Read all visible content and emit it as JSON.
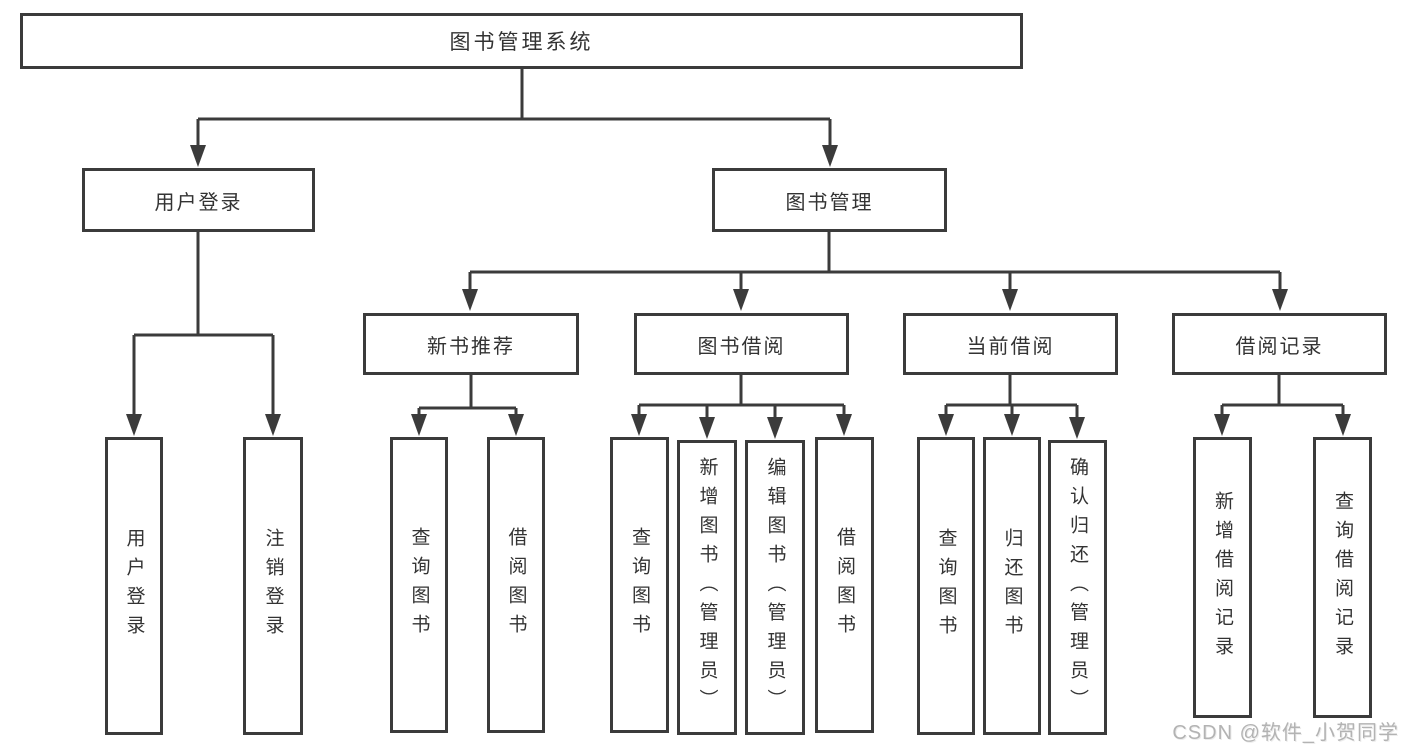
{
  "tree": {
    "root": "图书管理系统",
    "level2": {
      "user_login": "用户登录",
      "book_management": "图书管理"
    },
    "level3": {
      "new_book_recommend": "新书推荐",
      "book_borrowing": "图书借阅",
      "current_borrowing": "当前借阅",
      "borrowing_records": "借阅记录"
    },
    "leaves": {
      "user_login": [
        "用户登录",
        "注销登录"
      ],
      "new_book_recommend": [
        "查询图书",
        "借阅图书"
      ],
      "book_borrowing": [
        "查询图书",
        "新增图书（管理员）",
        "编辑图书（管理员）",
        "借阅图书"
      ],
      "current_borrowing": [
        "查询图书",
        "归还图书",
        "确认归还（管理员）"
      ],
      "borrowing_records": [
        "新增借阅记录",
        "查询借阅记录"
      ]
    }
  },
  "watermark": "CSDN @软件_小贺同学",
  "colors": {
    "line": "#3b3b3b",
    "text": "#333333",
    "watermark": "#b3b3b3",
    "background": "#ffffff"
  }
}
